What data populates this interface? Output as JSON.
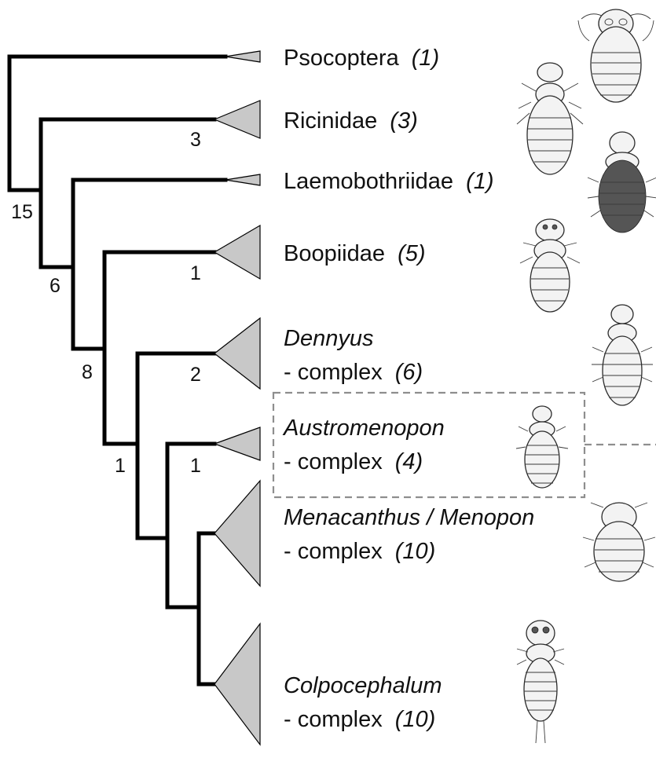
{
  "taxa": [
    {
      "name": "Psocoptera",
      "name_italic": false,
      "suffix": "",
      "count": "(1)"
    },
    {
      "name": "Ricinidae",
      "name_italic": false,
      "suffix": "",
      "count": "(3)"
    },
    {
      "name": "Laemobothriidae",
      "name_italic": false,
      "suffix": "",
      "count": "(1)"
    },
    {
      "name": "Boopiidae",
      "name_italic": false,
      "suffix": "",
      "count": "(5)"
    },
    {
      "name": "Dennyus",
      "name_italic": true,
      "suffix": "- complex",
      "count": "(6)"
    },
    {
      "name": "Austromenopon",
      "name_italic": true,
      "suffix": "- complex",
      "count": "(4)"
    },
    {
      "name": "Menacanthus / Menopon",
      "name_italic": true,
      "suffix": "- complex",
      "count": "(10)"
    },
    {
      "name": "Colpocephalum",
      "name_italic": true,
      "suffix": "- complex",
      "count": "(10)"
    }
  ],
  "support_values": {
    "root": "15",
    "ricinidae_branch": "3",
    "node_6": "6",
    "node_8": "8",
    "boopiidae_branch": "1",
    "dennyus_branch": "2",
    "node_1": "1",
    "austromenopon_branch": "1"
  },
  "highlight": {
    "clade": "Austromenopon - complex",
    "style": "dashed-box"
  },
  "illustrations": [
    "psocoptera-louse-illustration",
    "ricinidae-louse-illustration",
    "laemobothriidae-louse-illustration",
    "boopiidae-louse-illustration",
    "dennyus-louse-illustration",
    "austromenopon-louse-illustration",
    "menacanthus-louse-illustration",
    "colpocephalum-louse-illustration"
  ],
  "colors": {
    "clade_fill": "#c8c8c8",
    "branch": "#000000",
    "dash_box": "#8e8e8e"
  }
}
